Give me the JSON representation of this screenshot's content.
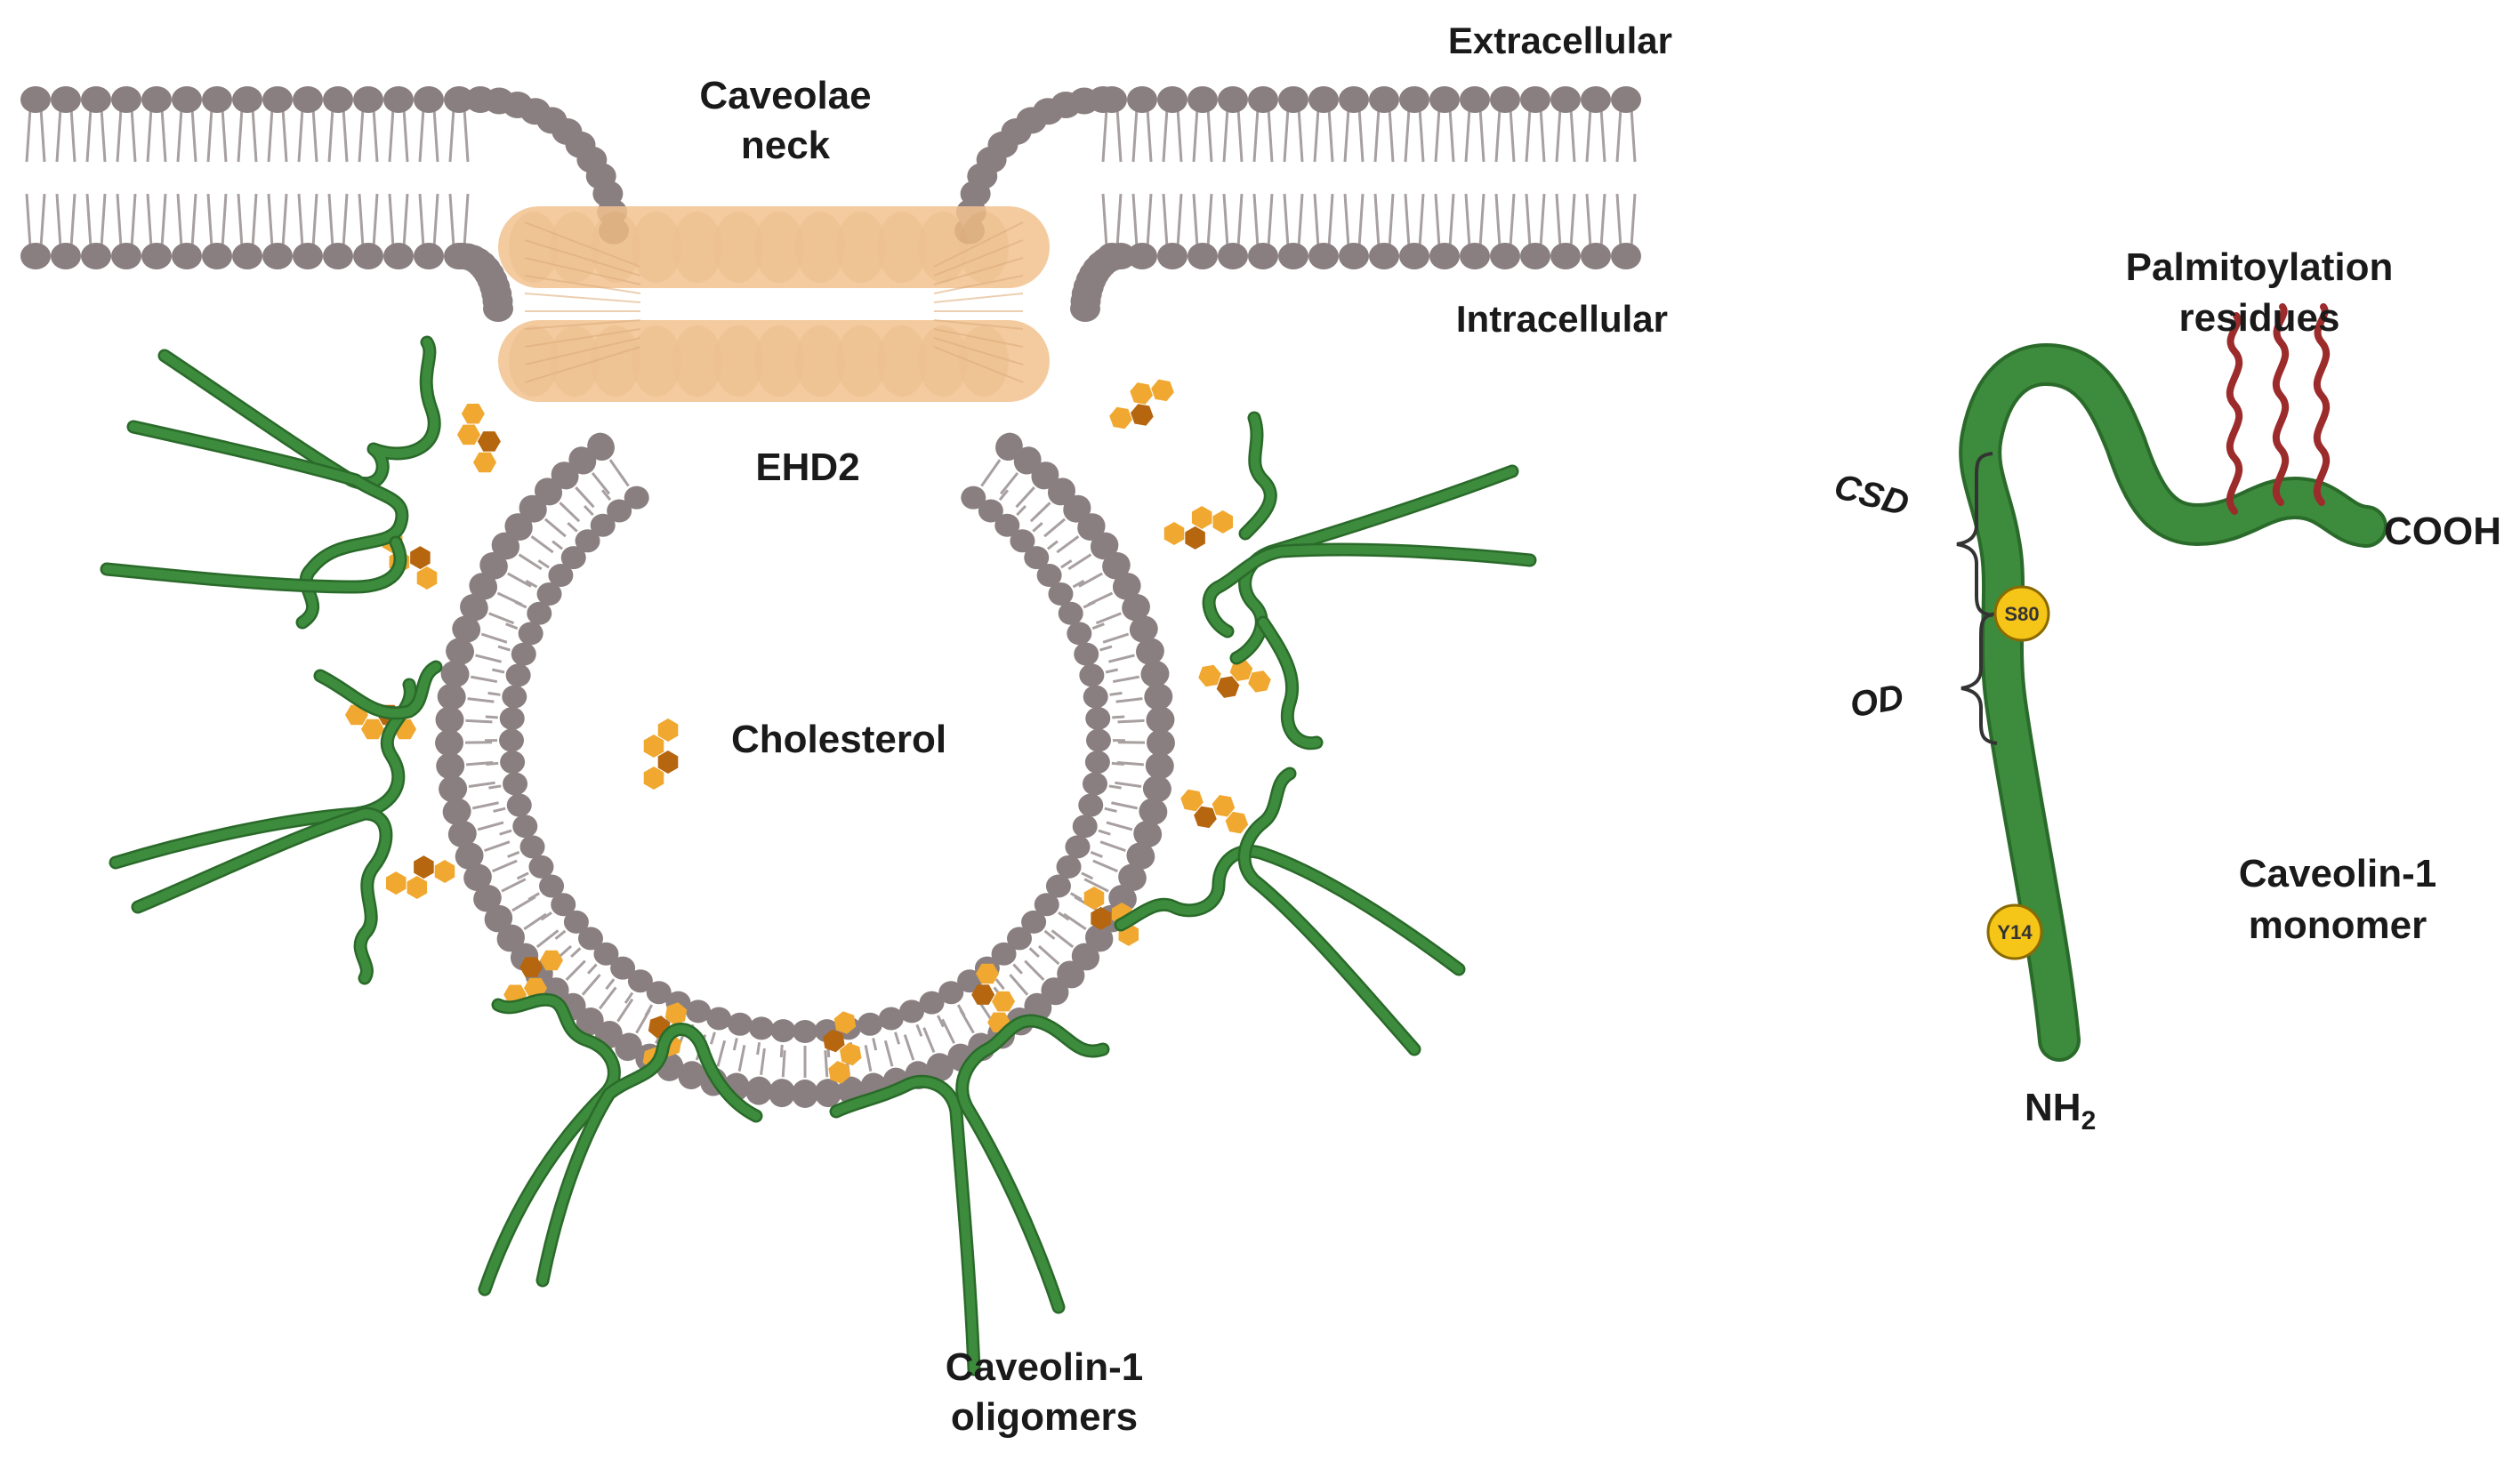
{
  "labels": {
    "extracellular": "Extracellular",
    "intracellular": "Intracellular",
    "caveolae_neck_line1": "Caveolae",
    "caveolae_neck_line2": "neck",
    "ehd2": "EHD2",
    "cholesterol": "Cholesterol",
    "oligomers_line1": "Caveolin-1",
    "oligomers_line2": "oligomers",
    "palmitoylation_line1": "Palmitoylation",
    "palmitoylation_line2": "residues",
    "csd": "CSD",
    "od": "OD",
    "cooh": "COOH",
    "nh2": "NH",
    "nh2_subscript": "2",
    "monomer_line1": "Caveolin-1",
    "monomer_line2": "monomer",
    "residue_s80": "S80",
    "residue_y14": "Y14"
  },
  "colors": {
    "lipid_head": "#8a7f80",
    "lipid_tail": "#a89fa0",
    "caveolin": "#3d8b3d",
    "caveolin_outline": "#2a6a2a",
    "ehd2": "#f2c28f",
    "cholesterol_light": "#f0a830",
    "cholesterol_dark": "#b5660f",
    "palmitoyl": "#9c2b2b",
    "residue": "#f5c518",
    "text": "#1a1a1a"
  }
}
